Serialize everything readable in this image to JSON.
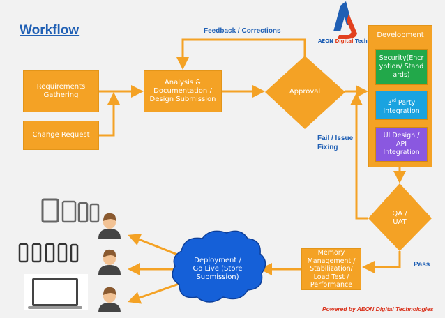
{
  "title": "Workflow",
  "feedback_label": "Feedback / Corrections",
  "fail_label": [
    "Fail / Issue",
    "Fixing"
  ],
  "pass_label": "Pass",
  "nodes": {
    "requirements": "Requirements Gathering",
    "change_request": "Change Request",
    "analysis": "Analysis & Documentation / Design Submission",
    "approval": "Approval",
    "qa": [
      "QA /",
      "UAT"
    ],
    "memory": "Memory Management / Stabilization/ Load Test / Performance",
    "deployment": [
      "Deployment /",
      "Go Live (Store",
      "Submission)"
    ]
  },
  "development": {
    "title": "Development",
    "security": "Security(Encryption/ Standards)",
    "third_party_sup": "rd",
    "third_party_pre": "3",
    "third_party_post": " Party Integration",
    "ui": "UI Design / API Integration"
  },
  "logo_text": {
    "a": "AEON ",
    "b": "Digital ",
    "c": "Technologies"
  },
  "footer": "Powered by AEON Digital Technologies",
  "colors": {
    "orange": "#f4a225",
    "green": "#22a84a",
    "blue": "#1aa3e0",
    "purple": "#8a58e0",
    "cloud": "#1560d8",
    "title": "#1f5fb4",
    "footer": "#d9301a"
  }
}
